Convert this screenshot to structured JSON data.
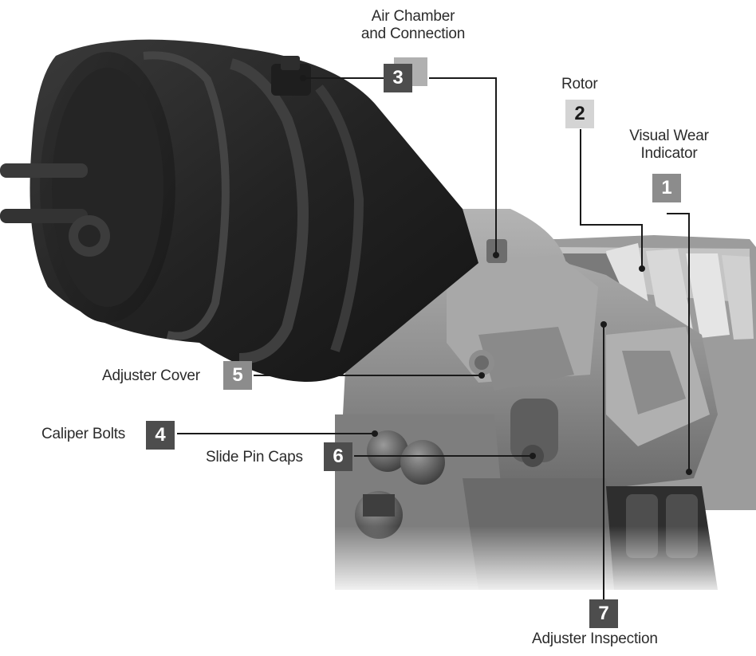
{
  "colors": {
    "badge_dark": "#4d4d4d",
    "badge_mid": "#8c8c8c",
    "badge_light": "#d4d4d4",
    "leader": "#1a1a1a",
    "label_text": "#2b2b2b"
  },
  "callouts": [
    {
      "id": "1",
      "number": "1",
      "label": "Visual Wear\nIndicator",
      "badge_style": "mid"
    },
    {
      "id": "2",
      "number": "2",
      "label": "Rotor",
      "badge_style": "light"
    },
    {
      "id": "3",
      "number": "3",
      "label": "Air Chamber\nand Connection",
      "badge_style": "dark"
    },
    {
      "id": "4",
      "number": "4",
      "label": "Caliper Bolts",
      "badge_style": "dark"
    },
    {
      "id": "5",
      "number": "5",
      "label": "Adjuster Cover",
      "badge_style": "mid"
    },
    {
      "id": "6",
      "number": "6",
      "label": "Slide Pin Caps",
      "badge_style": "dark"
    },
    {
      "id": "7",
      "number": "7",
      "label": "Adjuster Inspection",
      "badge_style": "dark"
    }
  ]
}
